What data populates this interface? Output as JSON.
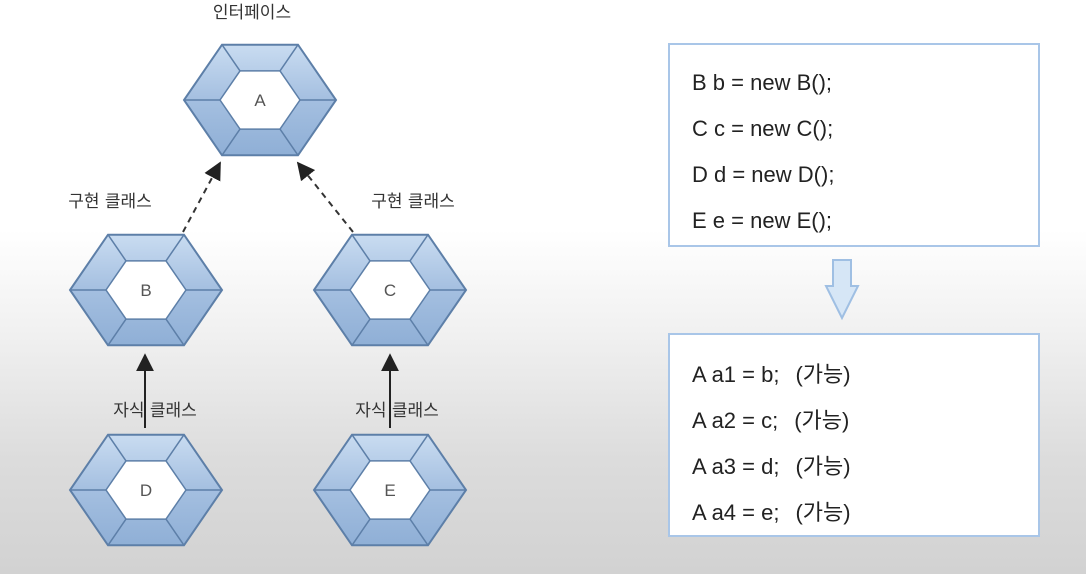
{
  "diagram": {
    "top_caption": "인터페이스",
    "impl_caption": "구현 클래스",
    "child_caption": "자식 클래스",
    "nodes": [
      "A",
      "B",
      "C",
      "D",
      "E"
    ]
  },
  "box_top": {
    "lines": [
      "B b = new B();",
      "C c = new C();",
      "D d = new D();",
      "E e = new E();"
    ]
  },
  "box_bottom": {
    "lines": [
      {
        "code": "A a1 = b;",
        "note": "(가능)"
      },
      {
        "code": "A a2 = c;",
        "note": "(가능)"
      },
      {
        "code": "A a3 = d;",
        "note": "(가능)"
      },
      {
        "code": "A a4 = e;",
        "note": "(가능)"
      }
    ]
  },
  "colors": {
    "hex_fill": "#a8c4e4",
    "hex_inner": "#ffffff",
    "box_border": "#a9c6e8",
    "arrow_fill": "#d6e6f6"
  }
}
